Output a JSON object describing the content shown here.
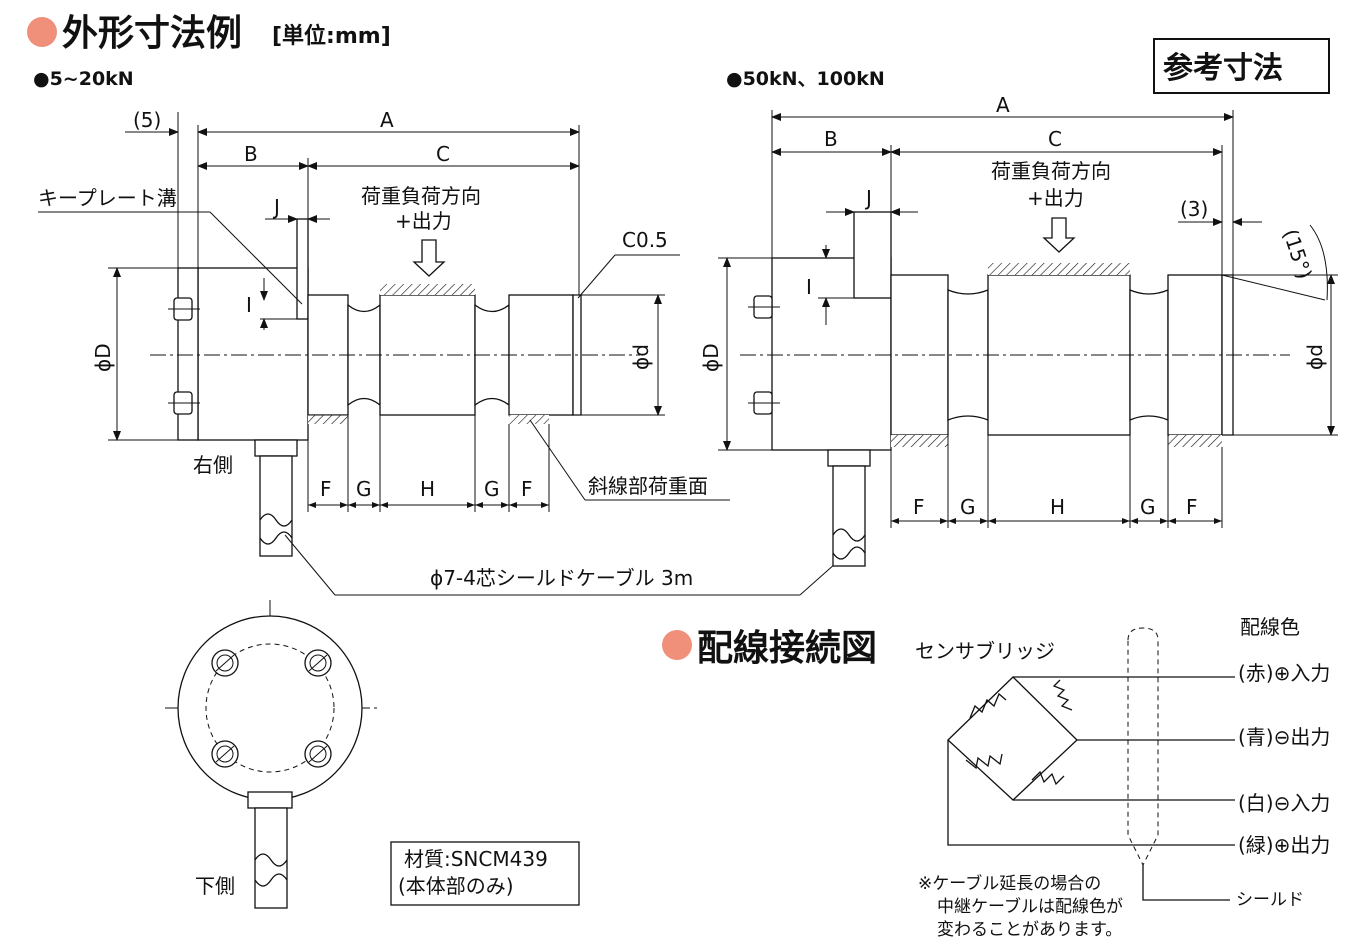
{
  "header": {
    "title": "外形寸法例",
    "unit": "[単位:mm]",
    "reference_badge": "参考寸法"
  },
  "left_view": {
    "subtitle": "●5~20kN",
    "dims": {
      "five": "(5)",
      "A": "A",
      "B": "B",
      "C": "C",
      "J": "J",
      "I": "I",
      "D": "ϕD",
      "d": "ϕd",
      "chamfer": "C0.5"
    },
    "bottom_dims": [
      "F",
      "G",
      "H",
      "G",
      "F"
    ],
    "load_direction": "荷重負荷方向",
    "output": "+出力",
    "key_plate": "キープレート溝",
    "right_side": "右側",
    "load_surface": "斜線部荷重面"
  },
  "right_view": {
    "subtitle": "●50kN、100kN",
    "dims": {
      "A": "A",
      "B": "B",
      "C": "C",
      "J": "J",
      "I": "I",
      "D": "ϕD",
      "d": "ϕd",
      "three": "(3)",
      "angle": "(15°)"
    },
    "bottom_dims": [
      "F",
      "G",
      "H",
      "G",
      "F"
    ],
    "load_direction": "荷重負荷方向",
    "output": "+出力"
  },
  "cable_label": "ϕ7-4芯シールドケーブル 3m",
  "bottom_view": {
    "label": "下側",
    "material_line1": "材質:SNCM439",
    "material_line2": "(本体部のみ)"
  },
  "wiring": {
    "title": "配線接続図",
    "sensor_bridge": "センサブリッジ",
    "color_header": "配線色",
    "wires": [
      "(赤)⊕入力",
      "(青)⊖出力",
      "(白)⊖入力",
      "(緑)⊕出力"
    ],
    "shield": "シールド",
    "note_line1": "※ケーブル延長の場合の",
    "note_line2": "中継ケーブルは配線色が",
    "note_line3": "変わることがあります。"
  },
  "colors": {
    "accent": "#f0907a",
    "line": "#111111"
  }
}
